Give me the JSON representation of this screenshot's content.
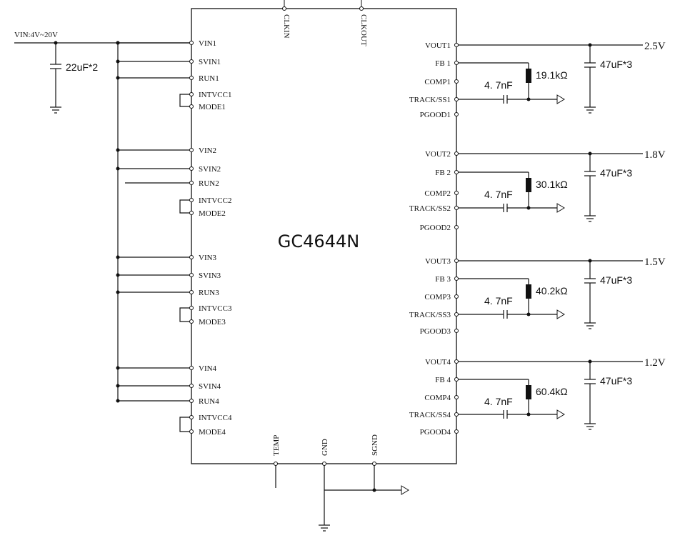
{
  "chip": {
    "name": "GC4644N",
    "top_pins": [
      "CLKIN",
      "CLKOUT"
    ],
    "bottom_pins": [
      "TEMP",
      "GND",
      "SGND"
    ]
  },
  "input": {
    "label": "VIN:4V~20V",
    "cap_label": "22uF*2"
  },
  "channels": [
    {
      "left_pins": [
        "VIN1",
        "SVIN1",
        "RUN1",
        "INTVCC1",
        "MODE1"
      ],
      "right_pins": [
        "VOUT1",
        "FB 1",
        "COMP1",
        "TRACK/SS1",
        "PGOOD1"
      ],
      "vout": "2.5V",
      "rfb": "19.1kΩ",
      "css": "4. 7nF",
      "cout": "47uF*3"
    },
    {
      "left_pins": [
        "VIN2",
        "SVIN2",
        "RUN2",
        "INTVCC2",
        "MODE2"
      ],
      "right_pins": [
        "VOUT2",
        "FB 2",
        "COMP2",
        "TRACK/SS2",
        "PGOOD2"
      ],
      "vout": "1.8V",
      "rfb": "30.1kΩ",
      "css": "4. 7nF",
      "cout": "47uF*3"
    },
    {
      "left_pins": [
        "VIN3",
        "SVIN3",
        "RUN3",
        "INTVCC3",
        "MODE3"
      ],
      "right_pins": [
        "VOUT3",
        "FB 3",
        "COMP3",
        "TRACK/SS3",
        "PGOOD3"
      ],
      "vout": "1.5V",
      "rfb": "40.2kΩ",
      "css": "4. 7nF",
      "cout": "47uF*3"
    },
    {
      "left_pins": [
        "VIN4",
        "SVIN4",
        "RUN4",
        "INTVCC4",
        "MODE4"
      ],
      "right_pins": [
        "VOUT4",
        "FB 4",
        "COMP4",
        "TRACK/SS4",
        "PGOOD4"
      ],
      "vout": "1.2V",
      "rfb": "60.4kΩ",
      "css": "4. 7nF",
      "cout": "47uF*3"
    }
  ]
}
